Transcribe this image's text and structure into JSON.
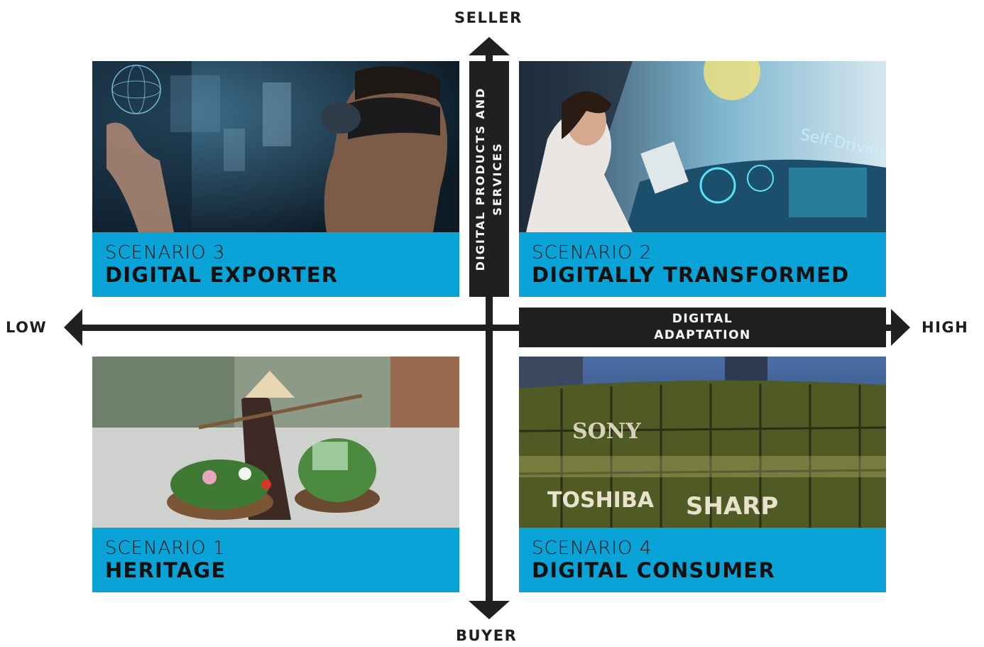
{
  "axes": {
    "top": "SELLER",
    "bottom": "BUYER",
    "left": "LOW",
    "right": "HIGH",
    "vertical_bar": "DIGITAL PRODUCTS AND SERVICES",
    "horizontal_bar_line1": "DIGITAL",
    "horizontal_bar_line2": "ADAPTATION"
  },
  "quadrants": {
    "top_left": {
      "scenario": "SCENARIO 3",
      "title": "DIGITAL EXPORTER"
    },
    "top_right": {
      "scenario": "SCENARIO 2",
      "title": "DIGITALLY TRANSFORMED"
    },
    "bottom_left": {
      "scenario": "SCENARIO 1",
      "title": "HERITAGE"
    },
    "bottom_right": {
      "scenario": "SCENARIO 4",
      "title": "DIGITAL CONSUMER"
    }
  },
  "photo_signs": [
    "SONY",
    "TOSHIBA",
    "SHARP",
    "Self-Driving"
  ],
  "colors": {
    "caption_bg": "#0aa3d8",
    "axis": "#221f1f"
  }
}
